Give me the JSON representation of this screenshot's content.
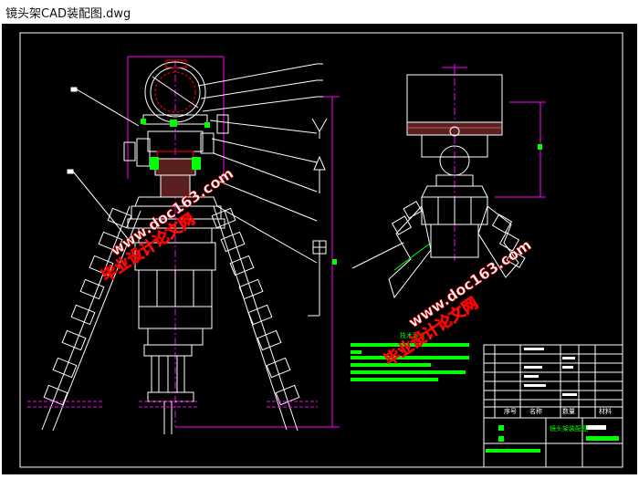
{
  "window": {
    "title": "镜头架CAD装配图.dwg"
  },
  "drawing": {
    "watermark_lines": [
      "毕业设计论文网",
      "www.doc163.com"
    ],
    "tech_req_heading": "技术要求",
    "title_block": {
      "col_headers": [
        "序号",
        "名称",
        "数量",
        "材料"
      ],
      "drawing_title": "镜头架装配图"
    },
    "colors": {
      "background": "#000000",
      "line": "#ffffff",
      "magenta": "#ff00ff",
      "green": "#00ff00",
      "red": "#ff0000",
      "dim_purple": "#8080ff",
      "hatch": "#c06060",
      "watermark": "#ffffff"
    }
  }
}
